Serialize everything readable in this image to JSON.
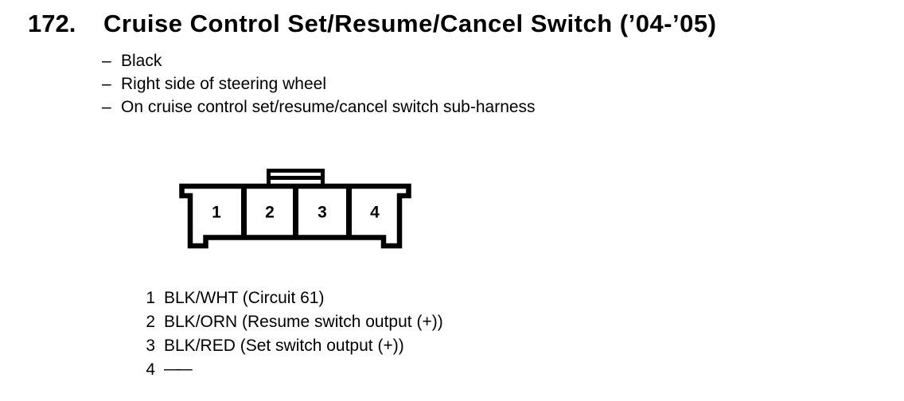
{
  "document": {
    "section_number": "172.",
    "title": "Cruise Control Set/Resume/Cancel Switch (’04-’05)"
  },
  "notes": {
    "bullet_char": "–",
    "items": [
      "Black",
      "Right side of steering wheel",
      "On cruise control set/resume/cancel switch sub-harness"
    ]
  },
  "connector_diagram": {
    "description": "4-cavity connector front view with top lock tab",
    "cavities": [
      "1",
      "2",
      "3",
      "4"
    ]
  },
  "pin_table": {
    "rows": [
      {
        "pin": "1",
        "wire": "BLK/WHT (Circuit 61)"
      },
      {
        "pin": "2",
        "wire": "BLK/ORN (Resume switch output (+))"
      },
      {
        "pin": "3",
        "wire": "BLK/RED (Set switch output (+))"
      },
      {
        "pin": "4",
        "wire": "——"
      }
    ]
  },
  "colors": {
    "ink": "#000000",
    "paper": "#ffffff"
  }
}
